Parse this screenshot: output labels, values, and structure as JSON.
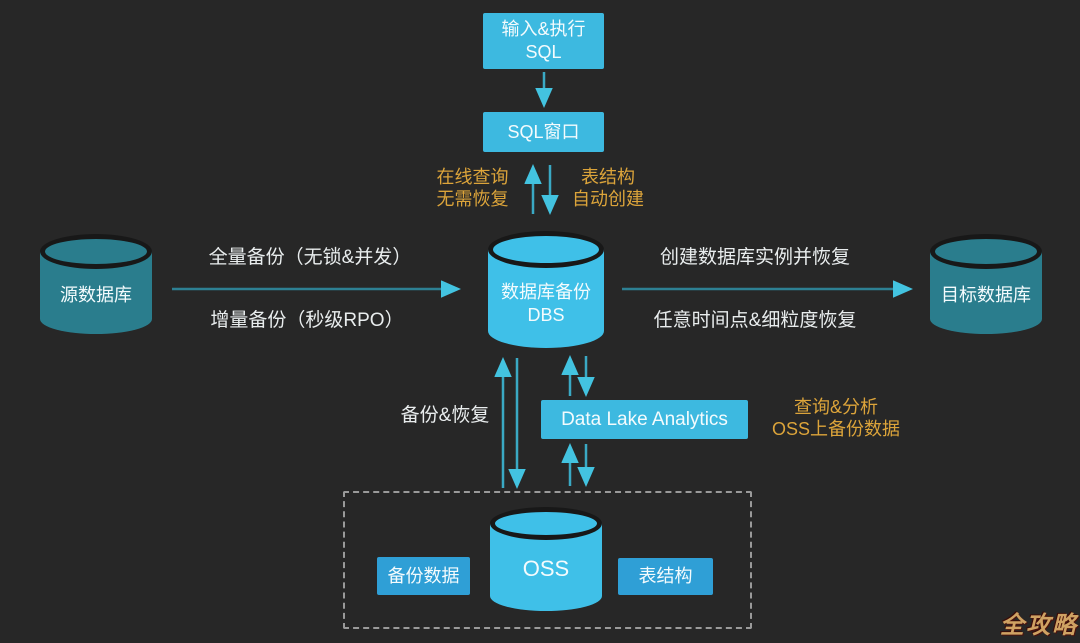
{
  "colors": {
    "background": "#272727",
    "box_blue": "#3db9e0",
    "small_box_blue": "#2f9fd6",
    "cylinder_bright_blue": "#3fc0e8",
    "cylinder_teal": "#2a7d8d",
    "cylinder_outline": "#181818",
    "orange_text": "#dca43a",
    "white_text": "#eef2f2",
    "arrow_shaft": "#2d8093",
    "arrow_head": "#43c3e0",
    "dashed_border": "#9a9a9a",
    "watermark_gold": "#cfa263"
  },
  "nodes": {
    "input_sql": {
      "line1": "输入&执行",
      "line2": "SQL"
    },
    "sql_window": {
      "label": "SQL窗口"
    },
    "dbs": {
      "line1": "数据库备份",
      "line2": "DBS"
    },
    "source_db": {
      "label": "源数据库"
    },
    "target_db": {
      "label": "目标数据库"
    },
    "dla": {
      "label": "Data Lake Analytics"
    },
    "oss": {
      "label": "OSS"
    },
    "backup_data": {
      "label": "备份数据"
    },
    "table_schema": {
      "label": "表结构"
    }
  },
  "edge_labels": {
    "online_query": {
      "line1": "在线查询",
      "line2": "无需恢复"
    },
    "schema_auto_create": {
      "line1": "表结构",
      "line2": "自动创建"
    },
    "full_backup": "全量备份（无锁&并发）",
    "incremental_backup": "增量备份（秒级RPO）",
    "create_instance_restore": "创建数据库实例并恢复",
    "point_in_time_restore": "任意时间点&细粒度恢复",
    "backup_and_restore": "备份&恢复",
    "query_analyze": {
      "line1": "查询&分析",
      "line2": "OSS上备份数据"
    }
  },
  "watermark": "全攻略"
}
